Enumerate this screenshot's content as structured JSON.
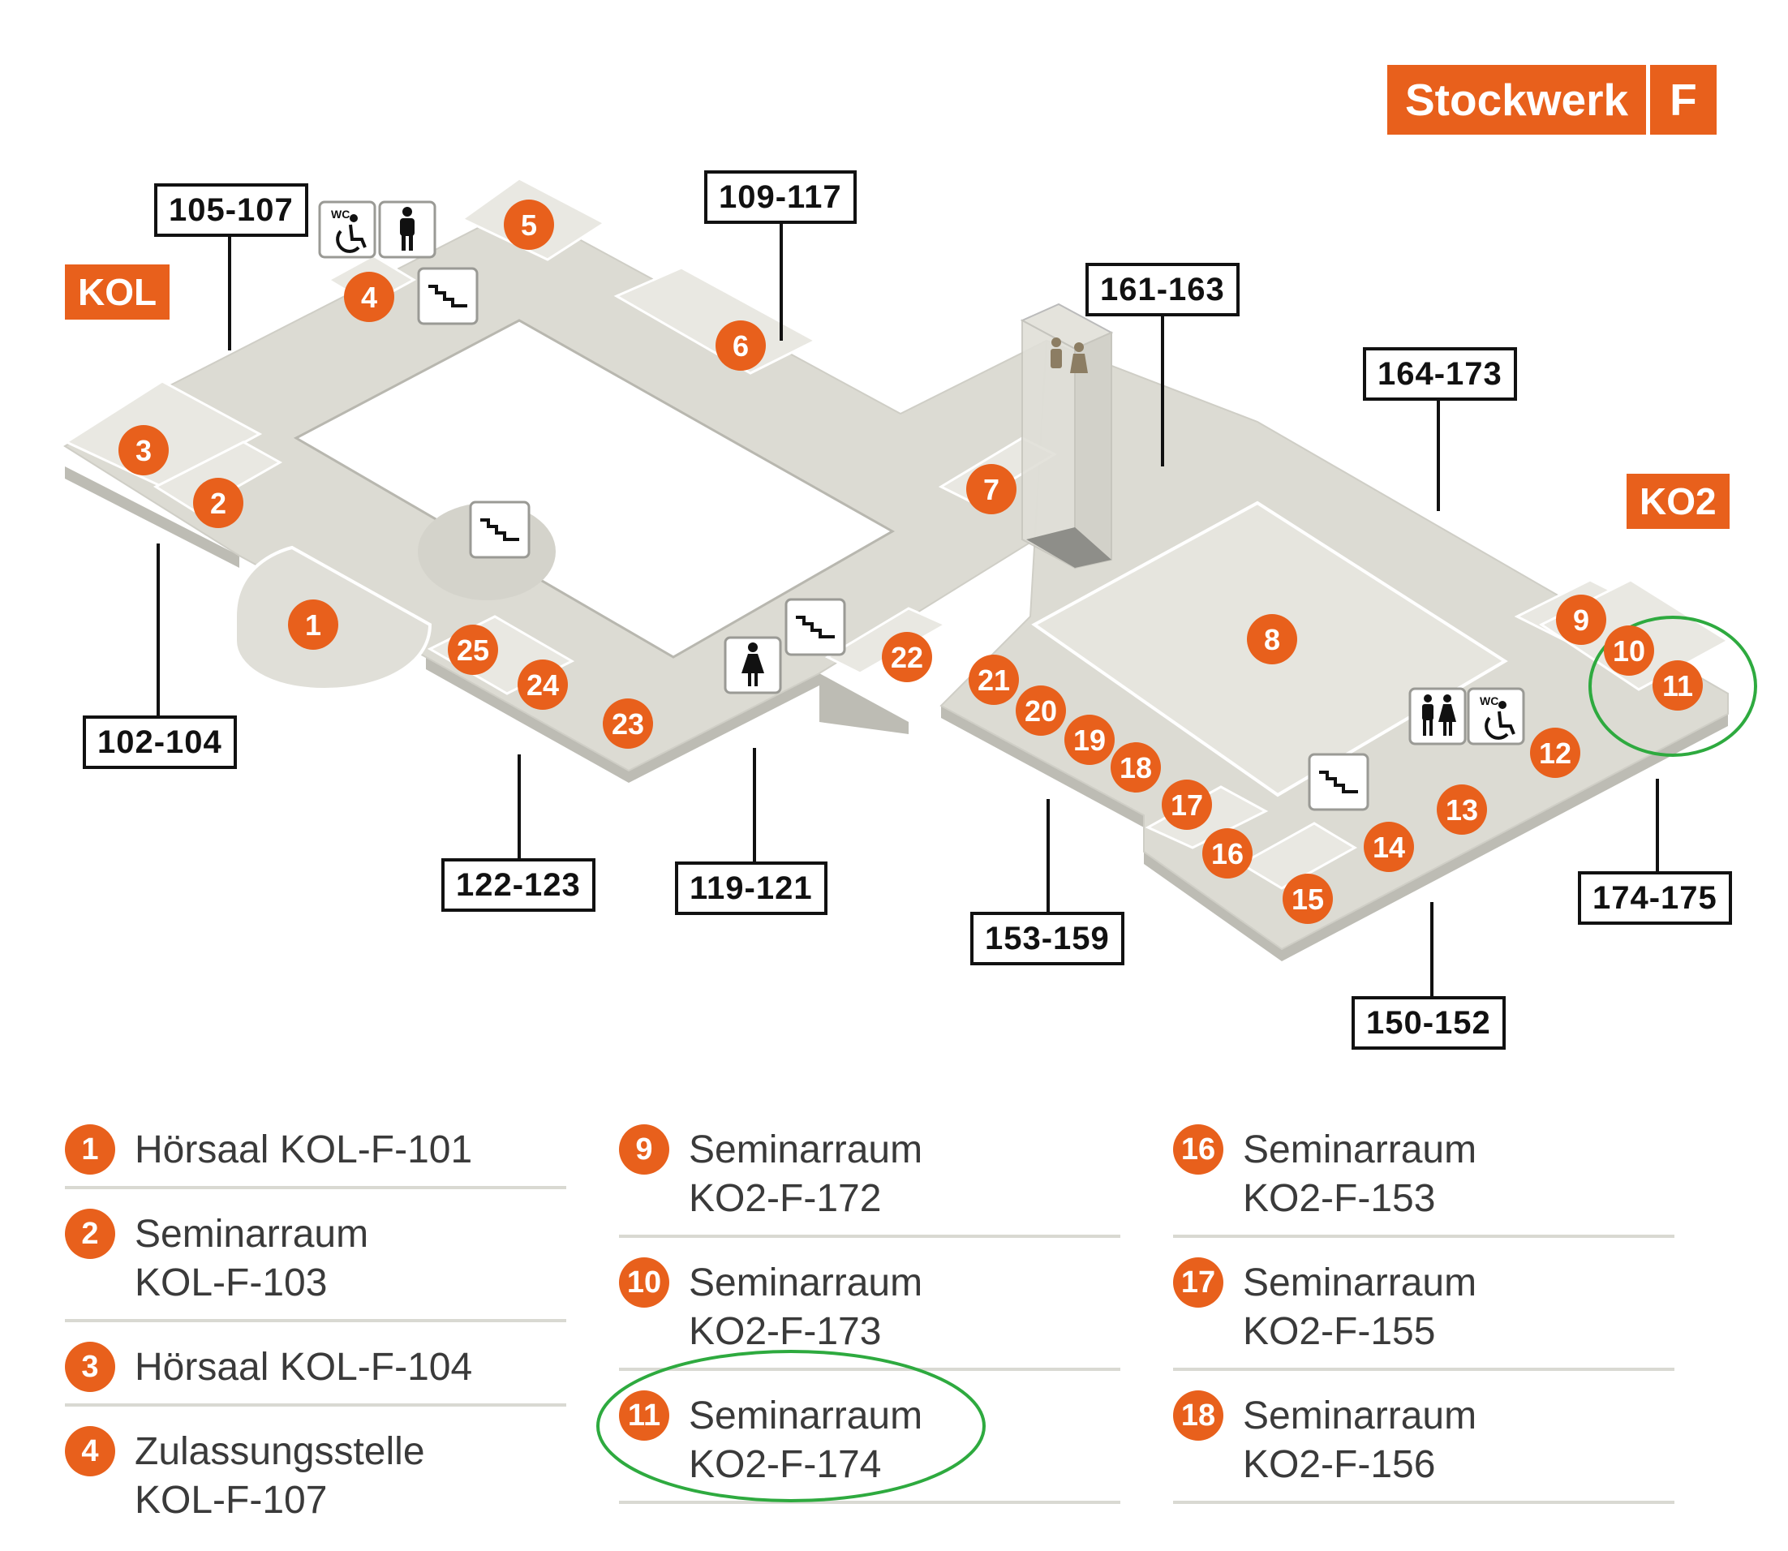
{
  "floor": {
    "label": "Stockwerk",
    "letter": "F"
  },
  "buildings": {
    "kol": "KOL",
    "ko2": "KO2"
  },
  "callouts": {
    "c105": "105-107",
    "c109": "109-117",
    "c161": "161-163",
    "c164": "164-173",
    "c102": "102-104",
    "c122": "122-123",
    "c119": "119-121",
    "c153": "153-159",
    "c150": "150-152",
    "c174": "174-175"
  },
  "rooms": {
    "r1": "1",
    "r2": "2",
    "r3": "3",
    "r4": "4",
    "r5": "5",
    "r6": "6",
    "r7": "7",
    "r8": "8",
    "r9": "9",
    "r10": "10",
    "r11": "11",
    "r12": "12",
    "r13": "13",
    "r14": "14",
    "r15": "15",
    "r16": "16",
    "r17": "17",
    "r18": "18",
    "r19": "19",
    "r20": "20",
    "r21": "21",
    "r22": "22",
    "r23": "23",
    "r24": "24",
    "r25": "25"
  },
  "icons": {
    "wc_label": "WC"
  },
  "legend": {
    "col1": [
      {
        "num": "1",
        "line1": "Hörsaal KOL-F-101",
        "line2": ""
      },
      {
        "num": "2",
        "line1": "Seminarraum",
        "line2": "KOL-F-103"
      },
      {
        "num": "3",
        "line1": "Hörsaal KOL-F-104",
        "line2": ""
      },
      {
        "num": "4",
        "line1": "Zulassungsstelle",
        "line2": "KOL-F-107"
      }
    ],
    "col2": [
      {
        "num": "9",
        "line1": "Seminarraum",
        "line2": "KO2-F-172"
      },
      {
        "num": "10",
        "line1": "Seminarraum",
        "line2": "KO2-F-173"
      },
      {
        "num": "11",
        "line1": "Seminarraum",
        "line2": "KO2-F-174"
      }
    ],
    "col3": [
      {
        "num": "16",
        "line1": "Seminarraum",
        "line2": "KO2-F-153"
      },
      {
        "num": "17",
        "line1": "Seminarraum",
        "line2": "KO2-F-155"
      },
      {
        "num": "18",
        "line1": "Seminarraum",
        "line2": "KO2-F-156"
      }
    ]
  },
  "colors": {
    "accent": "#e8601c",
    "highlight": "#2eaa3f",
    "floor": "#d8d7cf",
    "wall": "#bdbcb4"
  }
}
